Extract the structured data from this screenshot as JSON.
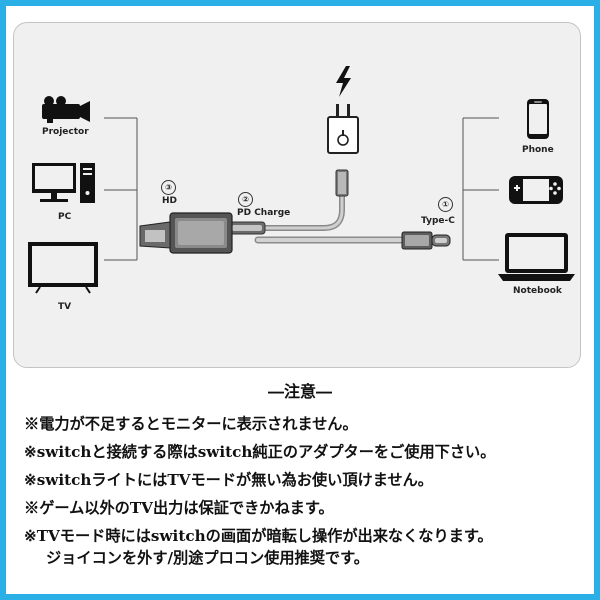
{
  "diagram": {
    "left_devices": [
      {
        "label": "Projector",
        "icon": "projector-icon"
      },
      {
        "label": "PC",
        "icon": "pc-icon"
      },
      {
        "label": "TV",
        "icon": "tv-icon"
      }
    ],
    "right_devices": [
      {
        "label": "Phone",
        "icon": "phone-icon"
      },
      {
        "label": "",
        "icon": "game-console-icon"
      },
      {
        "label": "Notebook",
        "icon": "notebook-icon"
      }
    ],
    "ports": [
      {
        "number": "③",
        "label": "HD"
      },
      {
        "number": "②",
        "label": "PD Charge"
      },
      {
        "number": "①",
        "label": "Type-C"
      }
    ],
    "charger_icon": "charger-icon",
    "lightning_icon": "lightning-icon"
  },
  "notes": {
    "title": "―注意―",
    "items": [
      "※電力が不足するとモニターに表示されません。",
      "※switchと接続する際はswitch純正のアダプターをご使用下さい。",
      "※switchライトにはTVモードが無い為お使い頂けません。",
      "※ゲーム以外のTV出力は保証できかねます。",
      "※TVモード時にはswitchの画面が暗転し操作が出来なくなります。"
    ],
    "continuation": "ジョイコンを外す/別途プロコン使用推奨です。"
  }
}
